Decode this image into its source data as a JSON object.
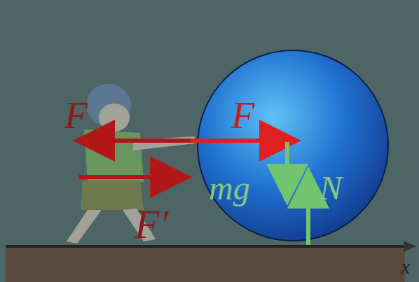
{
  "diagram": {
    "labels": [
      "F",
      "F",
      "mg",
      "N",
      "F′",
      "x"
    ]
  }
}
